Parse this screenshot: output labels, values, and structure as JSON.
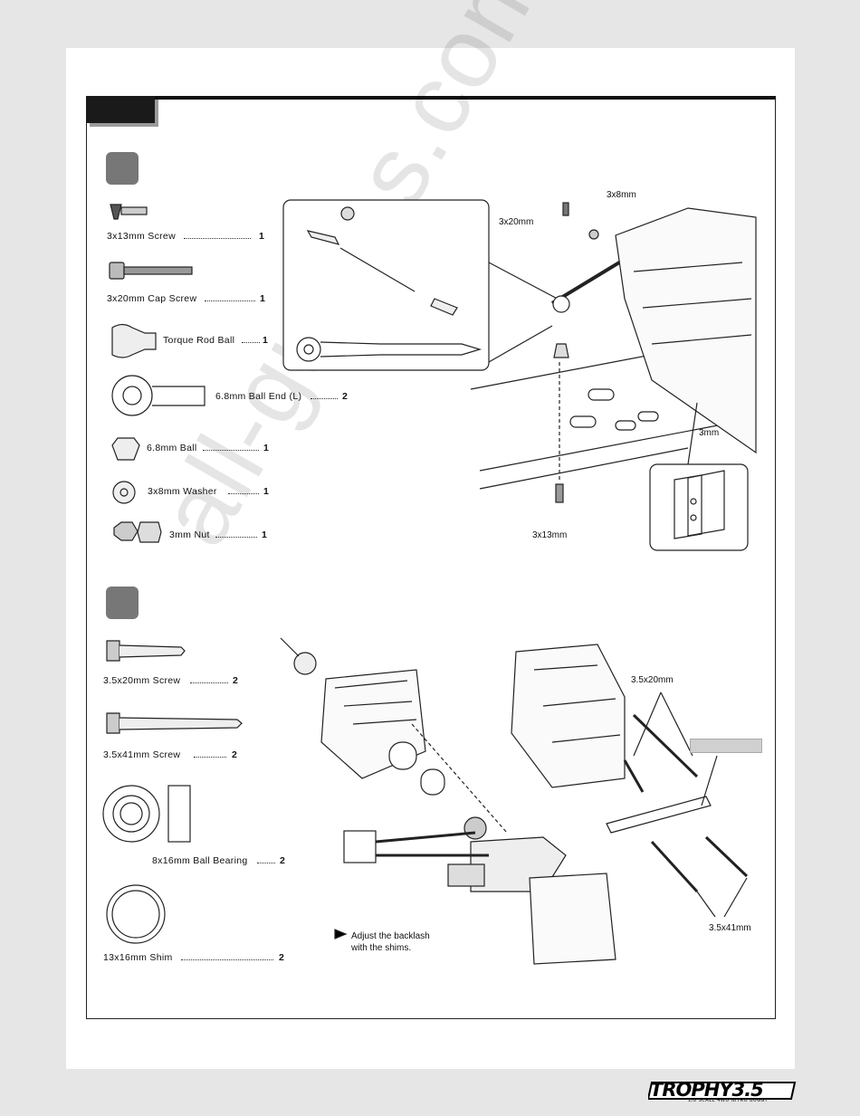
{
  "parts_step1": [
    {
      "label": "3x13mm Screw",
      "qty": "1"
    },
    {
      "label": "3x20mm Cap Screw",
      "qty": "1"
    },
    {
      "label": "Torque Rod Ball",
      "qty": "1"
    },
    {
      "label": "6.8mm Ball End (L)",
      "qty": "2"
    },
    {
      "label": "6.8mm Ball",
      "qty": "1"
    },
    {
      "label": "3x8mm  Washer",
      "qty": "1"
    },
    {
      "label": "3mm Nut",
      "qty": "1"
    }
  ],
  "parts_step2": [
    {
      "label": "3.5x20mm Screw",
      "qty": "2"
    },
    {
      "label": "3.5x41mm  Screw",
      "qty": "2"
    },
    {
      "label": "8x16mm Ball Bearing",
      "qty": "2"
    },
    {
      "label": "13x16mm Shim",
      "qty": "2"
    }
  ],
  "callouts_step1": {
    "screw_20": "3x20mm",
    "washer_8": "3x8mm",
    "nut_3": "3mm",
    "screw_13": "3x13mm"
  },
  "callouts_step2": {
    "screw_20": "3.5x20mm",
    "screw_41": "3.5x41mm"
  },
  "note": {
    "line1": "Adjust the backlash",
    "line2": "with the shims."
  },
  "watermark": "all-guides.com",
  "logo": {
    "brand": "TROPHY",
    "version": "3.5",
    "tagline": "1/8 SCALE 4WD NITRO BUGGY"
  }
}
